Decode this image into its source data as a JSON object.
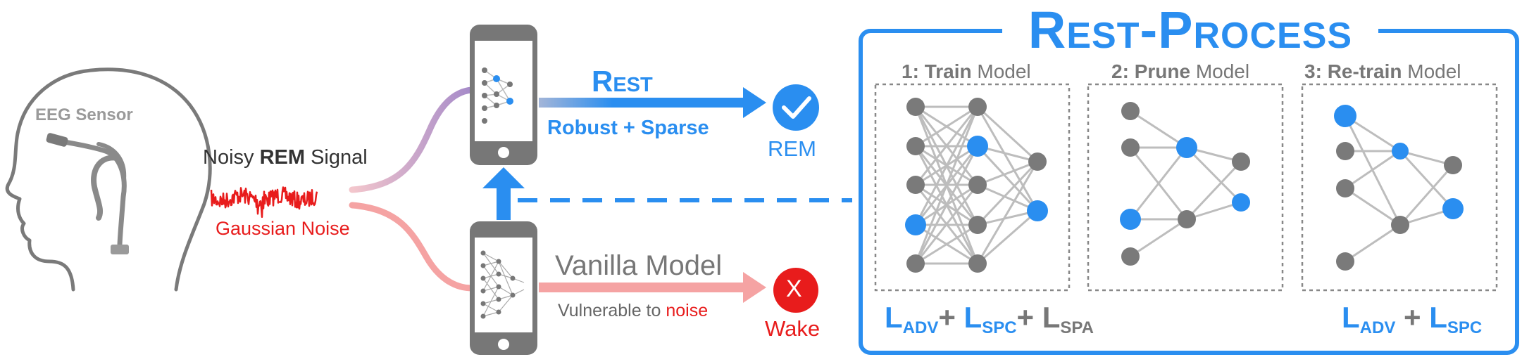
{
  "title": "Rest-Process",
  "head": {
    "sensor_label": "EEG Sensor"
  },
  "signal": {
    "label_prefix": "Noisy ",
    "label_bold": "REM",
    "label_suffix": " Signal",
    "noise_label": "Gaussian Noise"
  },
  "rest": {
    "name": "Rest",
    "subtitle": "Robust + Sparse",
    "outcome": "REM"
  },
  "vanilla": {
    "name": "Vanilla Model",
    "note_prefix": "Vulnerable to ",
    "note_highlight": "noise",
    "outcome": "Wake",
    "outcome_icon": "X"
  },
  "steps": [
    {
      "num": "1: ",
      "bold": "Train",
      "rest": " Model"
    },
    {
      "num": "2: ",
      "bold": "Prune",
      "rest": " Model"
    },
    {
      "num": "3: ",
      "bold": "Re-train",
      "rest": " Model"
    }
  ],
  "losses_step1": [
    "L",
    "ADV",
    "+",
    "L",
    "SPC",
    "+",
    "L",
    "SPA"
  ],
  "losses_step3": [
    "L",
    "ADV",
    "+",
    "L",
    "SPC"
  ],
  "colors": {
    "blue": "#2a8ef0",
    "gray": "#777777",
    "red": "#e81c1c",
    "pink": "#f5a3a3",
    "node_gray": "#7a7a7a",
    "edge_gray": "#bdbdbd"
  },
  "icons": [
    "head-icon",
    "eeg-sensor-icon",
    "phone-icon",
    "neural-network-icon",
    "checkmark-icon",
    "x-icon"
  ]
}
